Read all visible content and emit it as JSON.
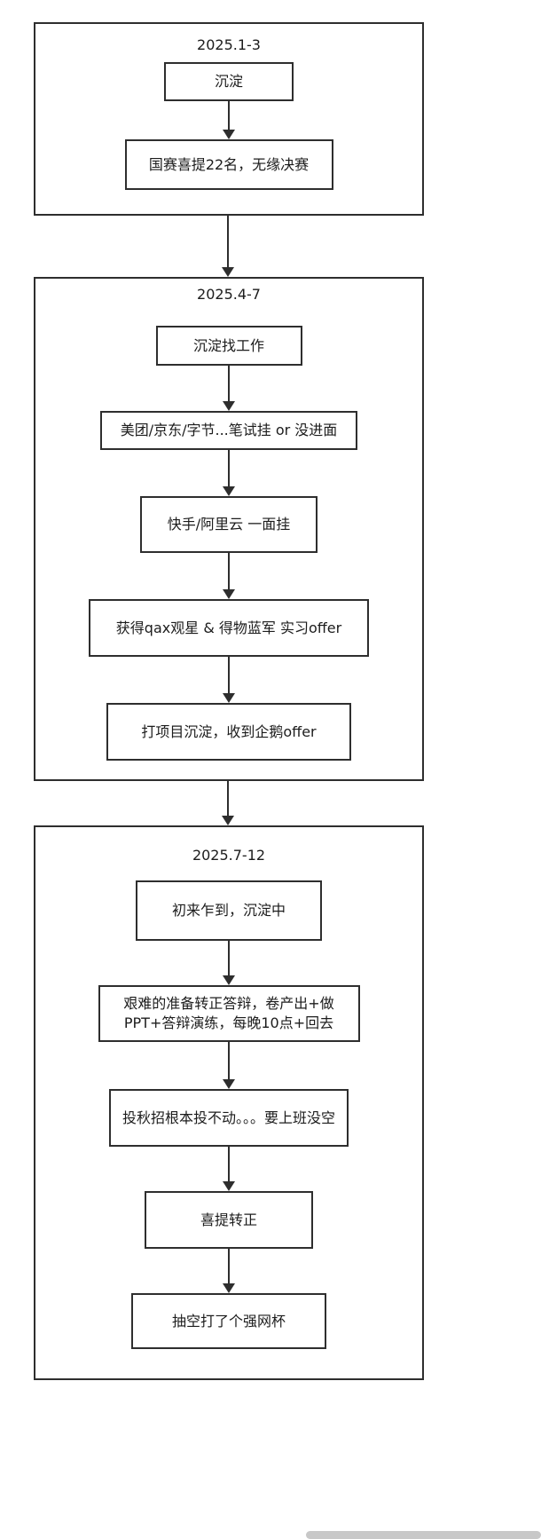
{
  "colors": {
    "box_border": "#2e2e2e",
    "box_fill": "#ffffff",
    "scrollbar_thumb": "#c8c8c8"
  },
  "diagram": {
    "groups": [
      {
        "title": "2025.1-3",
        "nodes": [
          "沉淀",
          "国赛喜提22名，无缘决赛"
        ]
      },
      {
        "title": "2025.4-7",
        "nodes": [
          "沉淀找工作",
          "美团/京东/字节...笔试挂 or 没进面",
          "快手/阿里云 一面挂",
          "获得qax观星 & 得物蓝军 实习offer",
          "打项目沉淀，收到企鹅offer"
        ]
      },
      {
        "title": "2025.7-12",
        "nodes": [
          "初来乍到，沉淀中",
          "艰难的准备转正答辩，卷产出+做PPT+答辩演练，每晚10点+回去",
          "投秋招根本投不动。。。要上班没空",
          "喜提转正",
          "抽空打了个强网杯"
        ]
      }
    ]
  }
}
